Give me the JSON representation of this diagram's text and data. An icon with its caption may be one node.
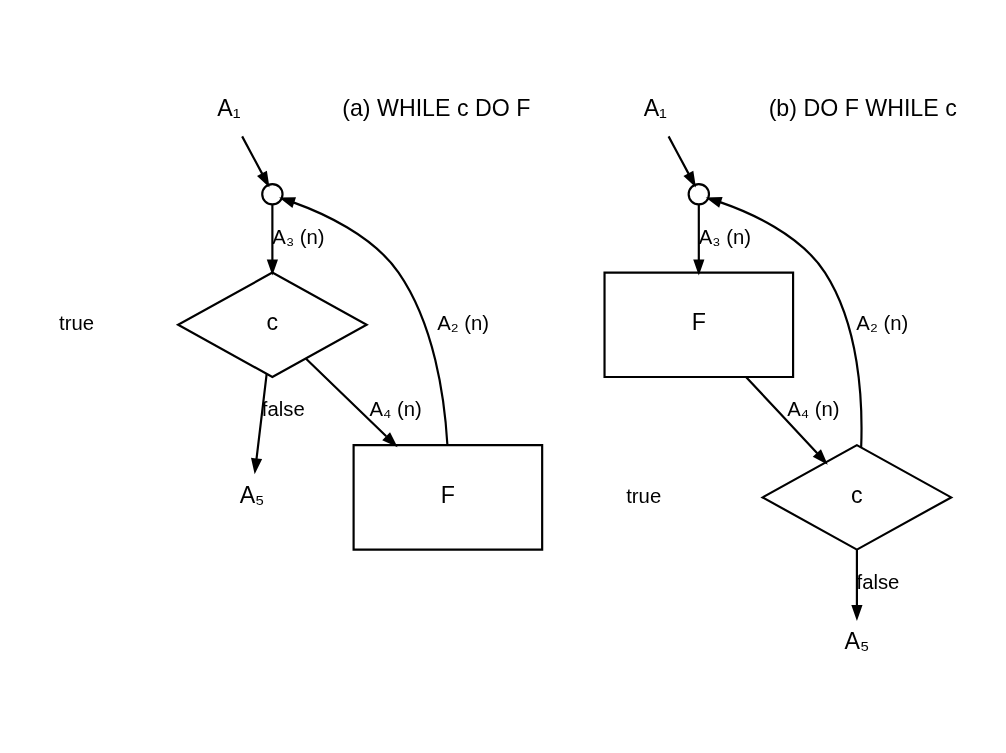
{
  "diagram": {
    "nodes": [
      {
        "text": [
          "A₁"
        ]
      },
      {
        "text": [],
        "shape": "circle"
      },
      {
        "text": [
          "c"
        ]
      },
      {
        "text": [
          "F"
        ]
      },
      {
        "text": [
          "A₅"
        ]
      },
      {
        "text": [
          "A₁"
        ]
      },
      {
        "text": [],
        "shape": "circle"
      },
      {
        "text": [
          "F"
        ]
      },
      {
        "text": [
          "c"
        ]
      },
      {
        "text": [
          "A₅"
        ]
      }
    ],
    "edges": [
      {
        "from": 0,
        "to": 1,
        "arrow": "to"
      },
      {
        "from": 3,
        "to": 1,
        "arrow": "to",
        "label": "A₂ (n)"
      },
      {
        "from": 1,
        "to": 2,
        "arrow": "to",
        "label": "A₃ (n)"
      },
      {
        "from": 2,
        "to": 3,
        "arrow": "to",
        "label": "A₄ (n)"
      },
      {
        "from": 2,
        "to": 4,
        "arrow": "to",
        "label": "false"
      },
      {
        "from": 5,
        "to": 6,
        "arrow": "to"
      },
      {
        "from": 8,
        "to": 6,
        "arrow": "to",
        "label": "A₂ (n)"
      },
      {
        "from": 6,
        "to": 7,
        "arrow": "to",
        "label": "A₃ (n)"
      },
      {
        "from": 7,
        "to": 8,
        "arrow": "to",
        "label": "A₄ (n)"
      },
      {
        "from": 8,
        "to": 9,
        "arrow": "to",
        "label": "false"
      }
    ],
    "labels": [
      "(a) WHILE c DO F",
      "true",
      "(b) DO F WHILE c",
      "true"
    ]
  }
}
